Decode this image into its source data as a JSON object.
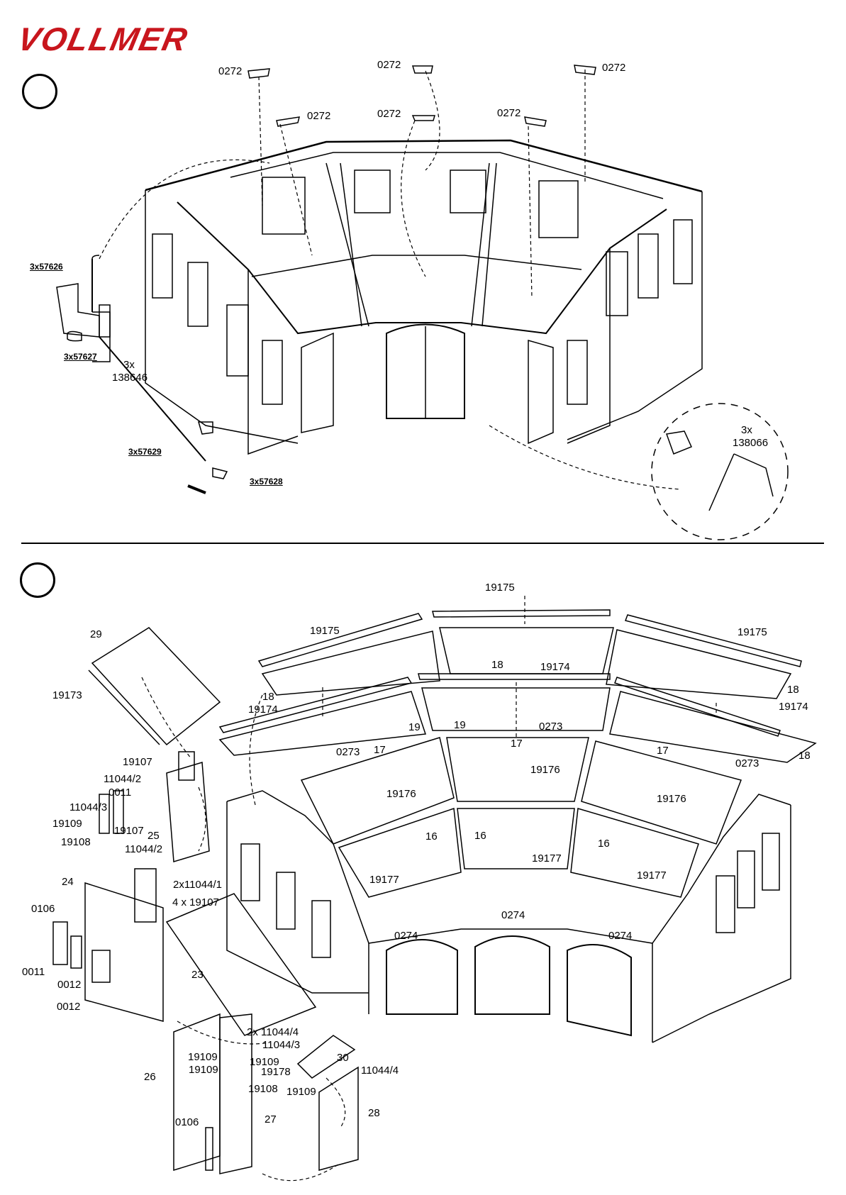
{
  "brand": {
    "name": "VOLLMER",
    "color": "#c8161d"
  },
  "step1": {
    "parts": {
      "a": "0272",
      "b": "0272",
      "c": "0272",
      "d": "0272",
      "e": "0272",
      "f": "0272",
      "p57626": "3x57626",
      "p57627": "3x57627",
      "p138646_qty": "3x",
      "p138646": "138646",
      "p57629": "3x57629",
      "p57628": "3x57628",
      "p138066_qty": "3x",
      "p138066": "138066"
    }
  },
  "step2": {
    "parts": {
      "r19175a": "19175",
      "r19175b": "19175",
      "r19175c": "19175",
      "r18a": "18",
      "r18b": "18",
      "r18c": "18",
      "r18d": "18",
      "r19174a": "19174",
      "r19174b": "19174",
      "r19174c": "19174",
      "r19a": "19",
      "r19b": "19",
      "r0273a": "0273",
      "r0273b": "0273",
      "r0273c": "0273",
      "r17a": "17",
      "r17b": "17",
      "r17c": "17",
      "r19176a": "19176",
      "r19176b": "19176",
      "r19176c": "19176",
      "r16a": "16",
      "r16b": "16",
      "r16c": "16",
      "r19177a": "19177",
      "r19177b": "19177",
      "r19177c": "19177",
      "r0274a": "0274",
      "r0274b": "0274",
      "r0274c": "0274",
      "r29": "29",
      "r19173": "19173",
      "r19107a": "19107",
      "r11044_2a": "11044/2",
      "r0011a": "0011",
      "r11044_3a": "11044/3",
      "r19109a": "19109",
      "r19107b": "19107",
      "r25": "25",
      "r19108a": "19108",
      "r11044_2b": "11044/2",
      "r24": "24",
      "r2x11044_1": "2x11044/1",
      "r4x19107": "4 x 19107",
      "r0106a": "0106",
      "r0011b": "0011",
      "r0012a": "0012",
      "r0012b": "0012",
      "r23": "23",
      "r2x11044_4": "2x 11044/4",
      "r11044_3b": "11044/3",
      "r19109b": "19109",
      "r19109c": "19109",
      "r19109d": "19109",
      "r19178": "19178",
      "r30": "30",
      "r11044_4": "11044/4",
      "r26": "26",
      "r19108b": "19108",
      "r19109e": "19109",
      "r0106b": "0106",
      "r27": "27",
      "r28": "28"
    }
  }
}
